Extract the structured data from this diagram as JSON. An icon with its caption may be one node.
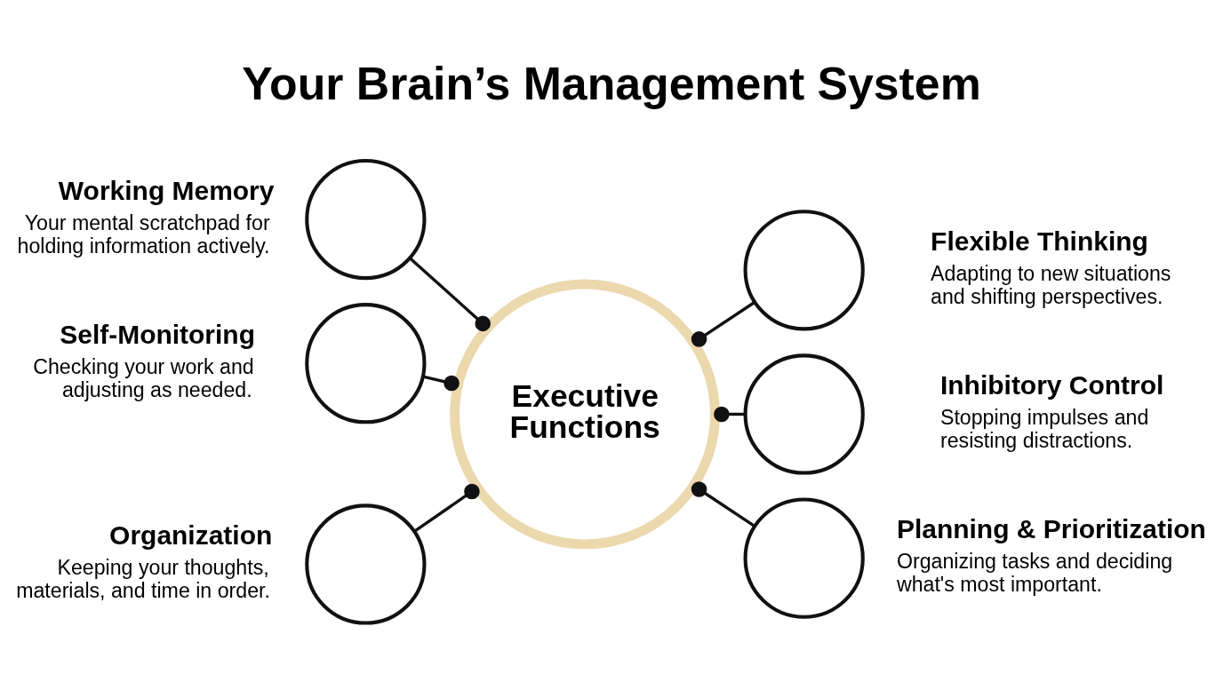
{
  "diagram": {
    "title": "Your Brain’s Management System",
    "nodes": [
      {
        "text": [
          "Executive Functions"
        ]
      },
      {
        "text": [],
        "shape": "circle",
        "beside": [
          "Working Memory",
          "Your mental scratchpad for holding information actively."
        ]
      },
      {
        "text": [],
        "shape": "circle",
        "beside": [
          "Flexible Thinking",
          "Adapting to new situations and shifting perspectives."
        ]
      },
      {
        "text": [],
        "shape": "circle",
        "beside": [
          "Self-Monitoring",
          "Checking your work and adjusting as needed."
        ]
      },
      {
        "text": [],
        "shape": "circle",
        "beside": [
          "Inhibitory Control",
          "Stopping impulses and resisting distractions."
        ]
      },
      {
        "text": [],
        "shape": "circle",
        "beside": [
          "Organization",
          "Keeping your thoughts, materials, and time in order."
        ]
      },
      {
        "text": [],
        "shape": "circle",
        "beside": [
          "Planning & Prioritization",
          "Organizing tasks and deciding what's most important."
        ]
      }
    ],
    "edges": [
      {
        "from": 0,
        "to": 1,
        "arrow": "other"
      },
      {
        "from": 0,
        "to": 2,
        "arrow": "other"
      },
      {
        "from": 0,
        "to": 3,
        "arrow": "other"
      },
      {
        "from": 0,
        "to": 4,
        "arrow": "other"
      },
      {
        "from": 0,
        "to": 5,
        "arrow": "other"
      },
      {
        "from": 0,
        "to": 6,
        "arrow": "other"
      }
    ]
  }
}
